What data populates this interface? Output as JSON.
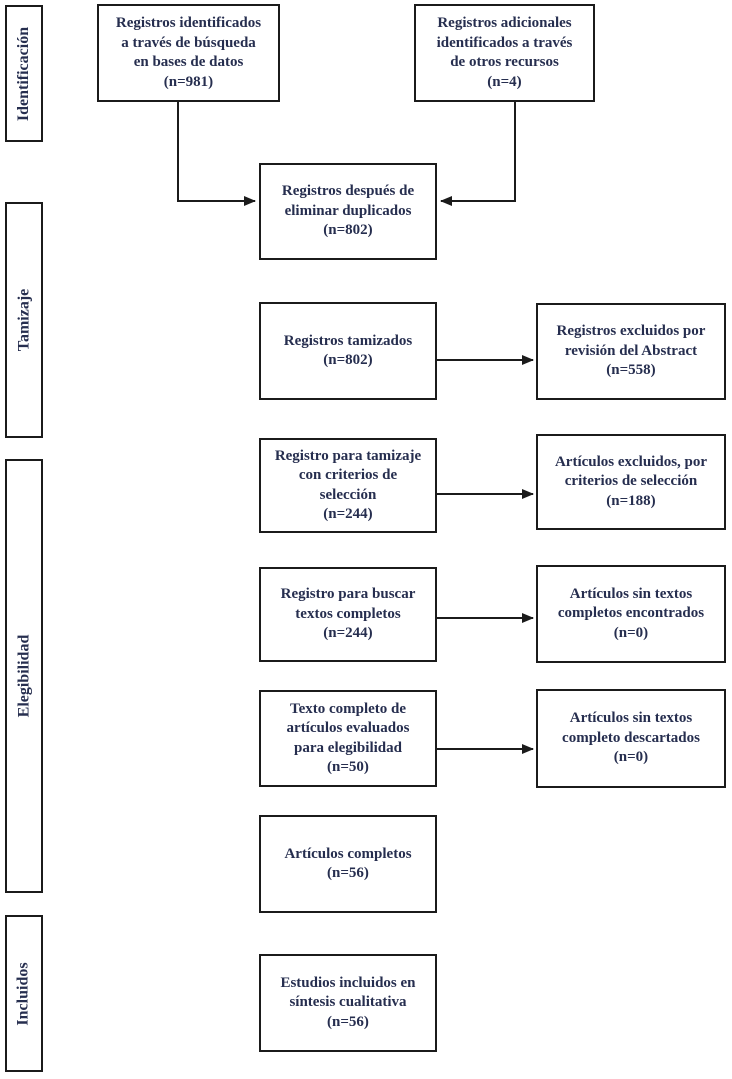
{
  "colors": {
    "ink": "#262e4f",
    "line": "#1b1b1b",
    "background": "#ffffff"
  },
  "sidebar": {
    "stages": [
      {
        "label": "Identificación"
      },
      {
        "label": "Tamizaje"
      },
      {
        "label": "Elegibilidad"
      },
      {
        "label": "Incluidos"
      }
    ]
  },
  "boxes": {
    "identified_db": {
      "n": 981,
      "lines": [
        "Registros identificados",
        "a través de búsqueda",
        "en bases de datos",
        "(n=981)"
      ]
    },
    "identified_other": {
      "n": 4,
      "lines": [
        "Registros adicionales",
        "identificados a través",
        "de otros recursos",
        "(n=4)"
      ]
    },
    "after_duplicates": {
      "n": 802,
      "lines": [
        "Registros después de",
        "eliminar duplicados",
        "(n=802)"
      ]
    },
    "screened": {
      "n": 802,
      "lines": [
        "Registros tamizados",
        "(n=802)"
      ]
    },
    "excluded_abstract": {
      "n": 558,
      "lines": [
        "Registros excluidos por",
        "revisión del Abstract",
        "(n=558)"
      ]
    },
    "screening_criteria": {
      "n": 244,
      "lines": [
        "Registro para tamizaje",
        "con criterios de",
        "selección",
        "(n=244)"
      ]
    },
    "excluded_criteria": {
      "n": 188,
      "lines": [
        "Artículos excluidos, por",
        "criterios de selección",
        "(n=188)"
      ]
    },
    "fulltext_search": {
      "n": 244,
      "lines": [
        "Registro para buscar",
        "textos completos",
        "(n=244)"
      ]
    },
    "fulltext_notfound": {
      "n": 0,
      "lines": [
        "Artículos sin textos",
        "completos encontrados",
        "(n=0)"
      ]
    },
    "fulltext_assessed": {
      "n": 50,
      "lines": [
        "Texto completo de",
        "artículos evaluados",
        "para elegibilidad",
        "(n=50)"
      ]
    },
    "fulltext_discarded": {
      "n": 0,
      "lines": [
        "Artículos sin textos",
        "completo descartados",
        "(n=0)"
      ]
    },
    "complete_articles": {
      "n": 56,
      "lines": [
        "Artículos completos",
        "(n=56)"
      ]
    },
    "included_studies": {
      "n": 56,
      "lines": [
        "Estudios incluidos en",
        "síntesis cualitativa",
        "(n=56)"
      ]
    }
  },
  "connections": [
    {
      "from": "identified_db",
      "to": "after_duplicates"
    },
    {
      "from": "identified_other",
      "to": "after_duplicates"
    },
    {
      "from": "screened",
      "to": "excluded_abstract"
    },
    {
      "from": "screening_criteria",
      "to": "excluded_criteria"
    },
    {
      "from": "fulltext_search",
      "to": "fulltext_notfound"
    },
    {
      "from": "fulltext_assessed",
      "to": "fulltext_discarded"
    }
  ]
}
